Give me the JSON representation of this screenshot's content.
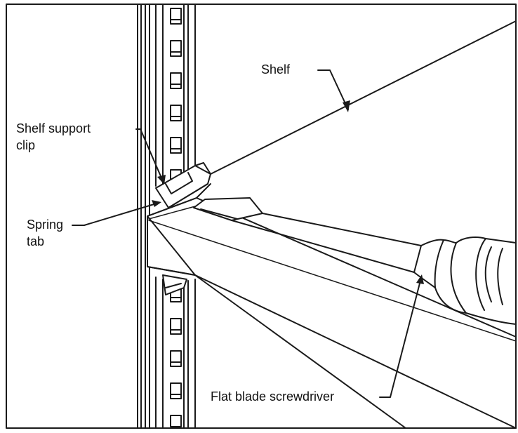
{
  "labels": {
    "shelf": "Shelf",
    "shelf_support_clip_line1": "Shelf support",
    "shelf_support_clip_line2": "clip",
    "spring_tab_line1": "Spring",
    "spring_tab_line2": "tab",
    "flat_blade_screwdriver": "Flat blade screwdriver"
  },
  "colors": {
    "ink": "#1a1a1a",
    "paper": "#ffffff"
  }
}
